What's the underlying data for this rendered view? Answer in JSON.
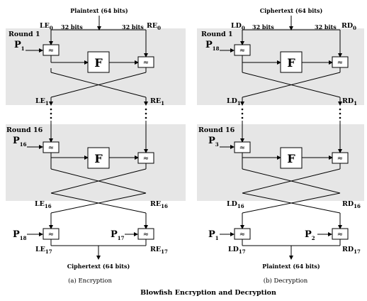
{
  "title": "Blowfish  Encryption and Decryption",
  "encryption": {
    "input": "Plaintext (64 bits)",
    "output": "Ciphertext (64 bits)",
    "caption": "(a) Encryption",
    "bits_label": "32 bits",
    "round_first": "Round 1",
    "round_last": "Round 16",
    "f_label": "F",
    "xor_symbol": "≈",
    "left_prefix": "LE",
    "right_prefix": "RE",
    "sub_0": "0",
    "sub_1": "1",
    "sub_16": "16",
    "sub_17": "17",
    "p_prefix": "P",
    "p_round_first": "1",
    "p_round_last": "16",
    "p_final_left": "18",
    "p_final_right": "17"
  },
  "decryption": {
    "input": "Ciphertext (64 bits)",
    "output": "Plaintext (64 bits)",
    "caption": "(b) Decryption",
    "bits_label": "32 bits",
    "round_first": "Round 1",
    "round_last": "Round 16",
    "f_label": "F",
    "xor_symbol": "≈",
    "left_prefix": "LD",
    "right_prefix": "RD",
    "sub_0": "0",
    "sub_1": "1",
    "sub_16": "16",
    "sub_17": "17",
    "p_prefix": "P",
    "p_round_first": "18",
    "p_round_last": "3",
    "p_final_left": "1",
    "p_final_right": "2"
  }
}
